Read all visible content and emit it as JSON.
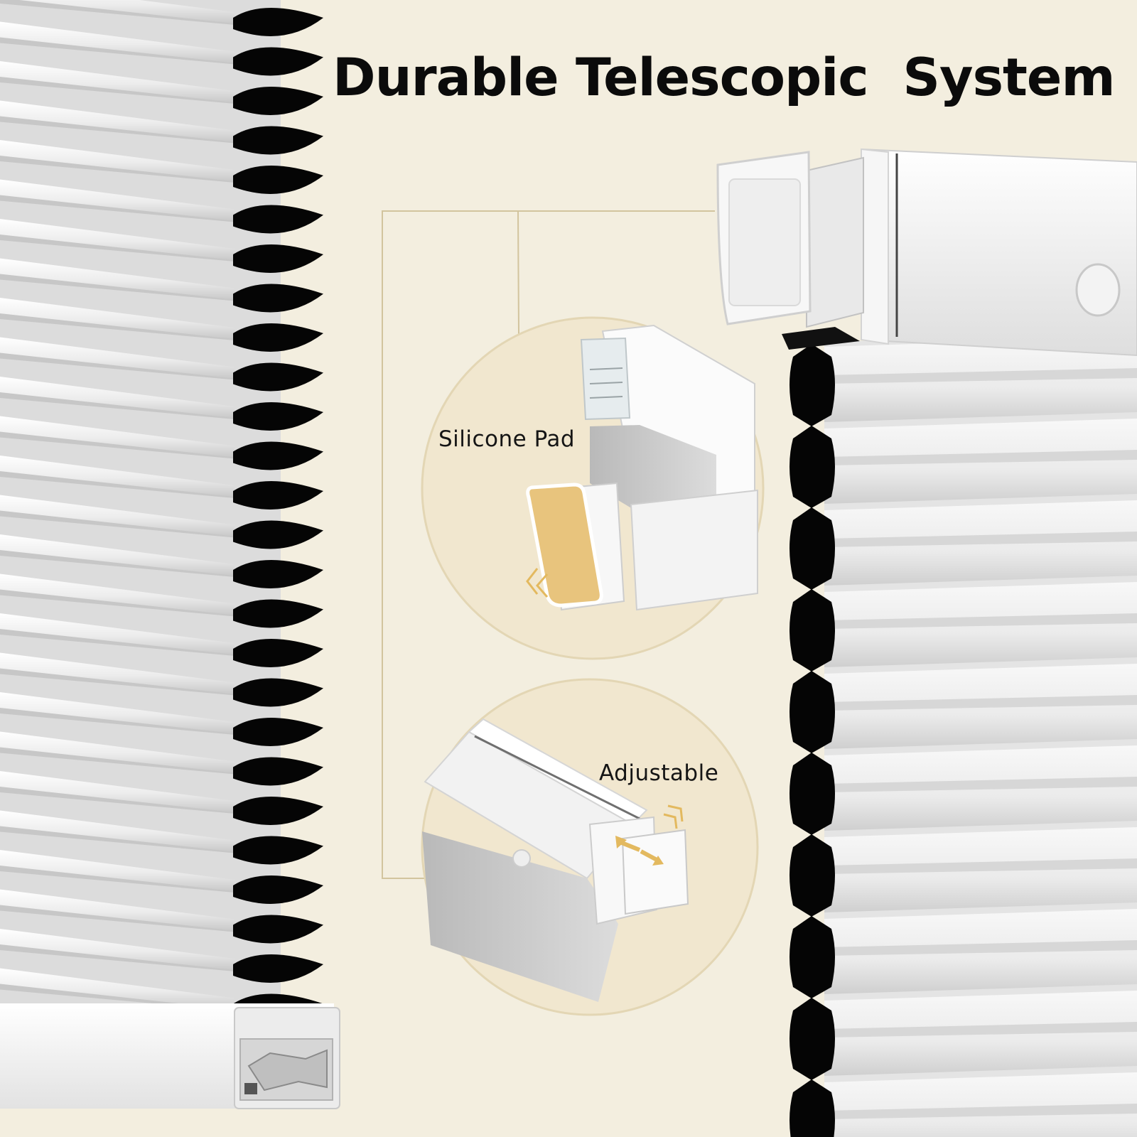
{
  "headline": "Durable Telescopic  System",
  "callouts": {
    "silicone_pad": "Silicone Pad",
    "adjustable": "Adjustable"
  },
  "colors": {
    "background": "#f3eedf",
    "circle_fill": "#f1e7cf",
    "circle_stroke": "#e3d6b4",
    "leader_line": "#d2c49e",
    "silicone_pad": "#e8c47d",
    "arrow_accent": "#e3b95f",
    "shade_fabric": "#e9e9e9",
    "cell_edge": "#050505"
  }
}
